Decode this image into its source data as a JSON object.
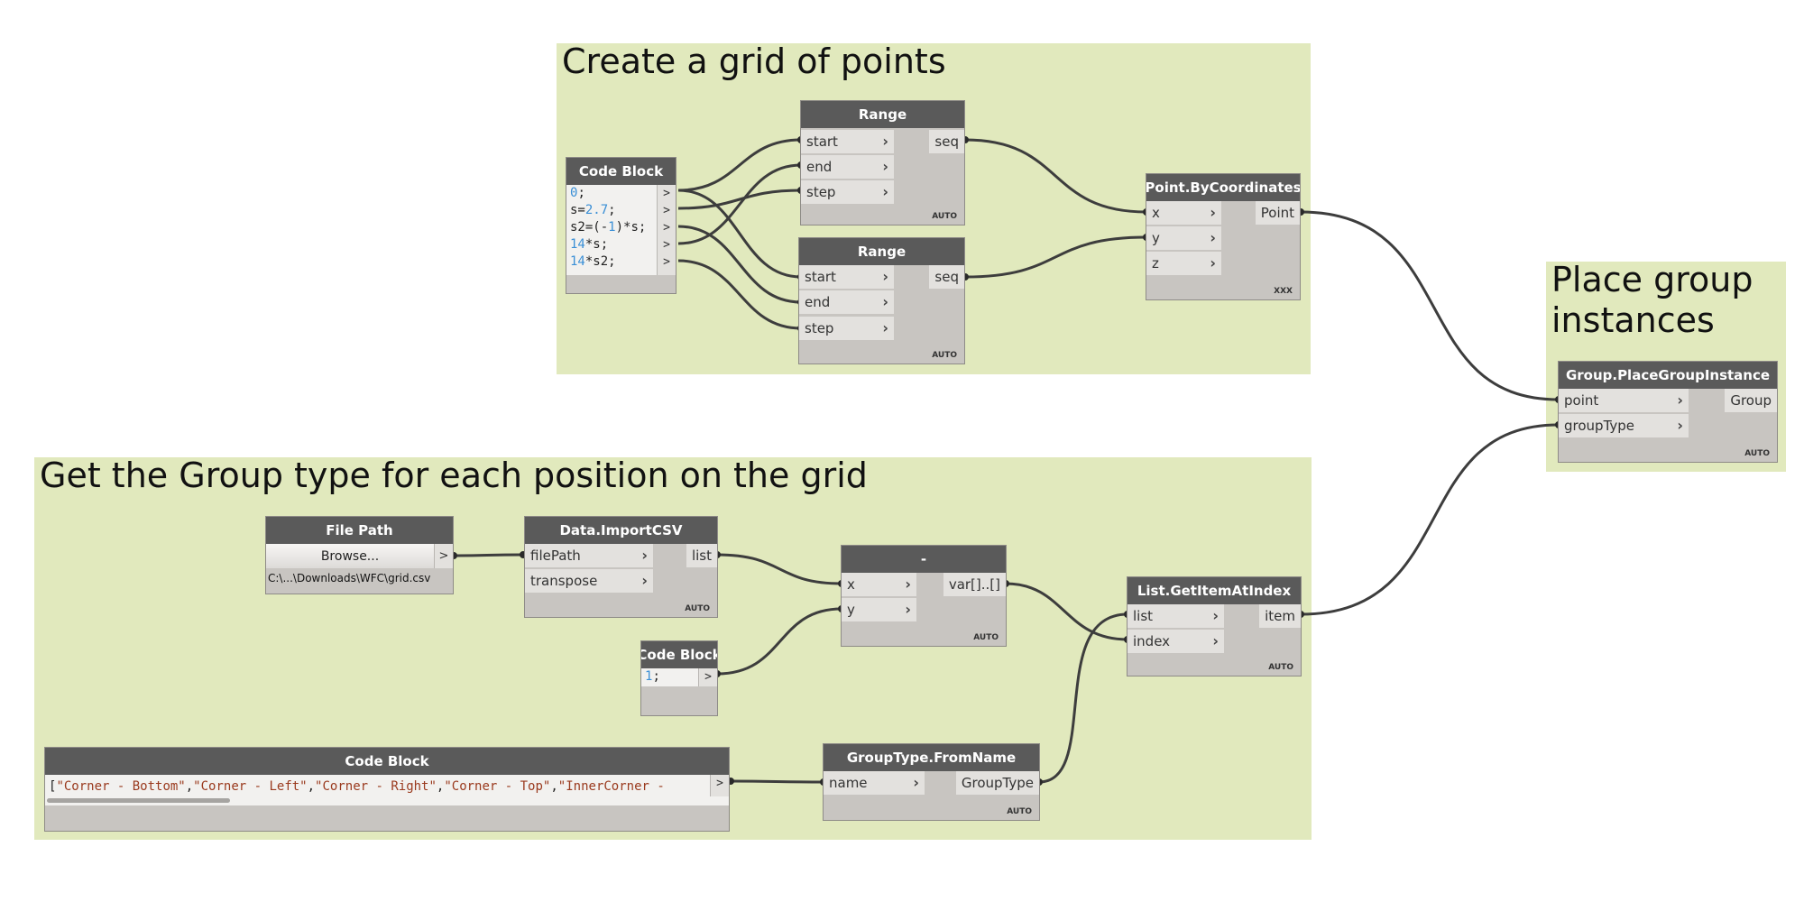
{
  "groups": {
    "grid_points": {
      "title": "Create a grid of points"
    },
    "place_instances": {
      "title": "Place group instances"
    },
    "group_type": {
      "title": "Get the Group type for each position on the grid"
    }
  },
  "nodes": {
    "code_block_grid": {
      "title": "Code Block",
      "lines": [
        [
          {
            "t": "0",
            "c": "num"
          },
          {
            "t": ";",
            "c": ""
          }
        ],
        [
          {
            "t": "s=",
            "c": ""
          },
          {
            "t": "2.7",
            "c": "num"
          },
          {
            "t": ";",
            "c": ""
          }
        ],
        [
          {
            "t": "s2=(-",
            "c": ""
          },
          {
            "t": "1",
            "c": "num"
          },
          {
            "t": ")*s;",
            "c": ""
          }
        ],
        [
          {
            "t": "14",
            "c": "num"
          },
          {
            "t": "*s;",
            "c": ""
          }
        ],
        [
          {
            "t": "14",
            "c": "num"
          },
          {
            "t": "*s2;",
            "c": ""
          }
        ]
      ],
      "output_glyph": ">"
    },
    "range_1": {
      "title": "Range",
      "inputs": [
        "start",
        "end",
        "step"
      ],
      "output": "seq",
      "lacing": "AUTO"
    },
    "range_2": {
      "title": "Range",
      "inputs": [
        "start",
        "end",
        "step"
      ],
      "output": "seq",
      "lacing": "AUTO"
    },
    "point_by_coordinates": {
      "title": "Point.ByCoordinates",
      "inputs": [
        "x",
        "y",
        "z"
      ],
      "output": "Point",
      "lacing": "XXX"
    },
    "place_group_instance": {
      "title": "Group.PlaceGroupInstance",
      "inputs": [
        "point",
        "groupType"
      ],
      "output": "Group",
      "lacing": "AUTO"
    },
    "file_path": {
      "title": "File Path",
      "browse_label": "Browse...",
      "output_glyph": ">",
      "path": "C:\\...\\Downloads\\WFC\\grid.csv"
    },
    "import_csv": {
      "title": "Data.ImportCSV",
      "inputs": [
        "filePath",
        "transpose"
      ],
      "output": "list",
      "lacing": "AUTO"
    },
    "subtract": {
      "title": "-",
      "inputs": [
        "x",
        "y"
      ],
      "output": "var[]..[]",
      "lacing": "AUTO"
    },
    "code_block_one": {
      "title": "Code Block",
      "lines": [
        [
          {
            "t": "1",
            "c": "num"
          },
          {
            "t": ";",
            "c": ""
          }
        ]
      ],
      "output_glyph": ">"
    },
    "get_item_at_index": {
      "title": "List.GetItemAtIndex",
      "inputs": [
        "list",
        "index"
      ],
      "output": "item",
      "lacing": "AUTO"
    },
    "code_block_names": {
      "title": "Code Block",
      "lines": [
        [
          {
            "t": "[",
            "c": ""
          },
          {
            "t": "\"Corner - Bottom\"",
            "c": "str"
          },
          {
            "t": ",",
            "c": ""
          },
          {
            "t": "\"Corner - Left\"",
            "c": "str"
          },
          {
            "t": ",",
            "c": ""
          },
          {
            "t": "\"Corner - Right\"",
            "c": "str"
          },
          {
            "t": ",",
            "c": ""
          },
          {
            "t": "\"Corner - Top\"",
            "c": "str"
          },
          {
            "t": ",",
            "c": ""
          },
          {
            "t": "\"InnerCorner -",
            "c": "str"
          }
        ]
      ],
      "output_glyph": ">"
    },
    "group_type_from_name": {
      "title": "GroupType.FromName",
      "inputs": [
        "name"
      ],
      "output": "GroupType",
      "lacing": "AUTO"
    }
  },
  "colors": {
    "group_bg": "#e1e9bd",
    "node_header": "#5a5a5a",
    "node_body": "#c8c5c1",
    "port_bg": "#e3e1de",
    "wire": "#3d3d3d",
    "code_number": "#3a8fd6",
    "code_string": "#9a3a1e"
  }
}
